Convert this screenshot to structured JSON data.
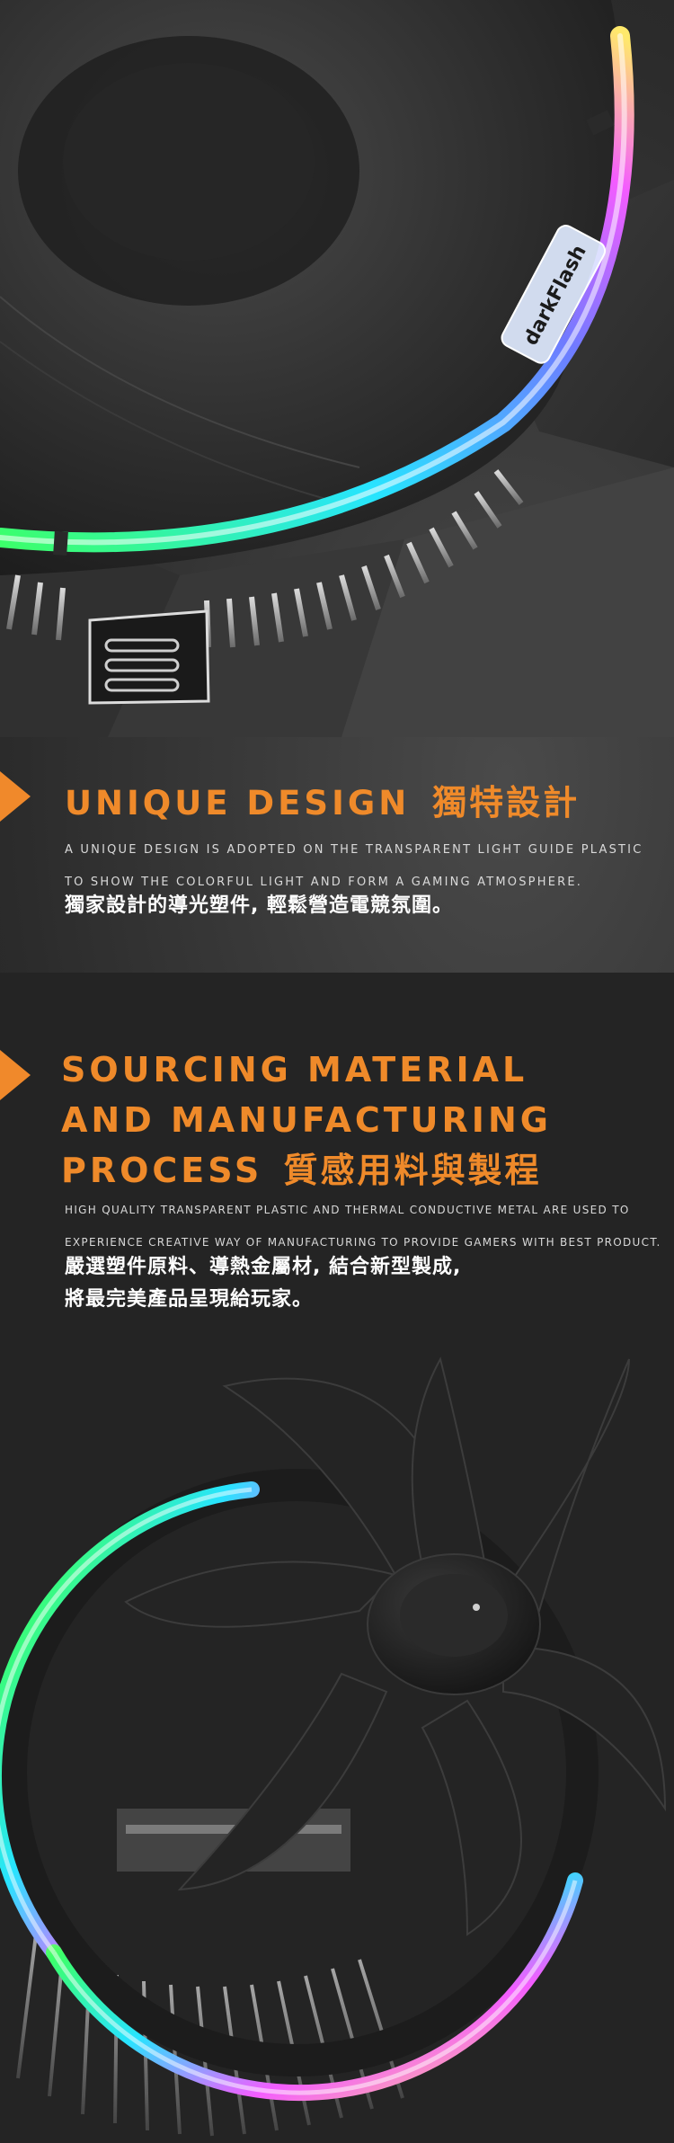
{
  "section1": {
    "brand_label": "darkFlash",
    "heading_en": "UNIQUE DESIGN",
    "heading_zh": "獨特設計",
    "description_en_line1": "A unique design is adopted on the transparent light guide plastic",
    "description_en_line2": "to show the colorful light and form a gaming atmosphere.",
    "description_zh": "獨家設計的導光塑件, 輕鬆營造電競氛圍。"
  },
  "section2": {
    "heading_en_line1": "SOURCING MATERIAL",
    "heading_en_line2": "AND MANUFACTURING",
    "heading_en_line3": "PROCESS",
    "heading_zh": "質感用料與製程",
    "description_en_line1": "High quality transparent plastic and thermal conductive metal are used to",
    "description_en_line2": "experience creative way of manufacturing to provide gamers with best product.",
    "description_zh_line1": "嚴選塑件原料、導熱金屬材, 結合新型製成,",
    "description_zh_line2": "將最完美產品呈現給玩家。"
  },
  "colors": {
    "accent": "#ef8a2a",
    "background": "#242424",
    "text_light": "#d9d9d9",
    "text_white": "#ffffff"
  }
}
